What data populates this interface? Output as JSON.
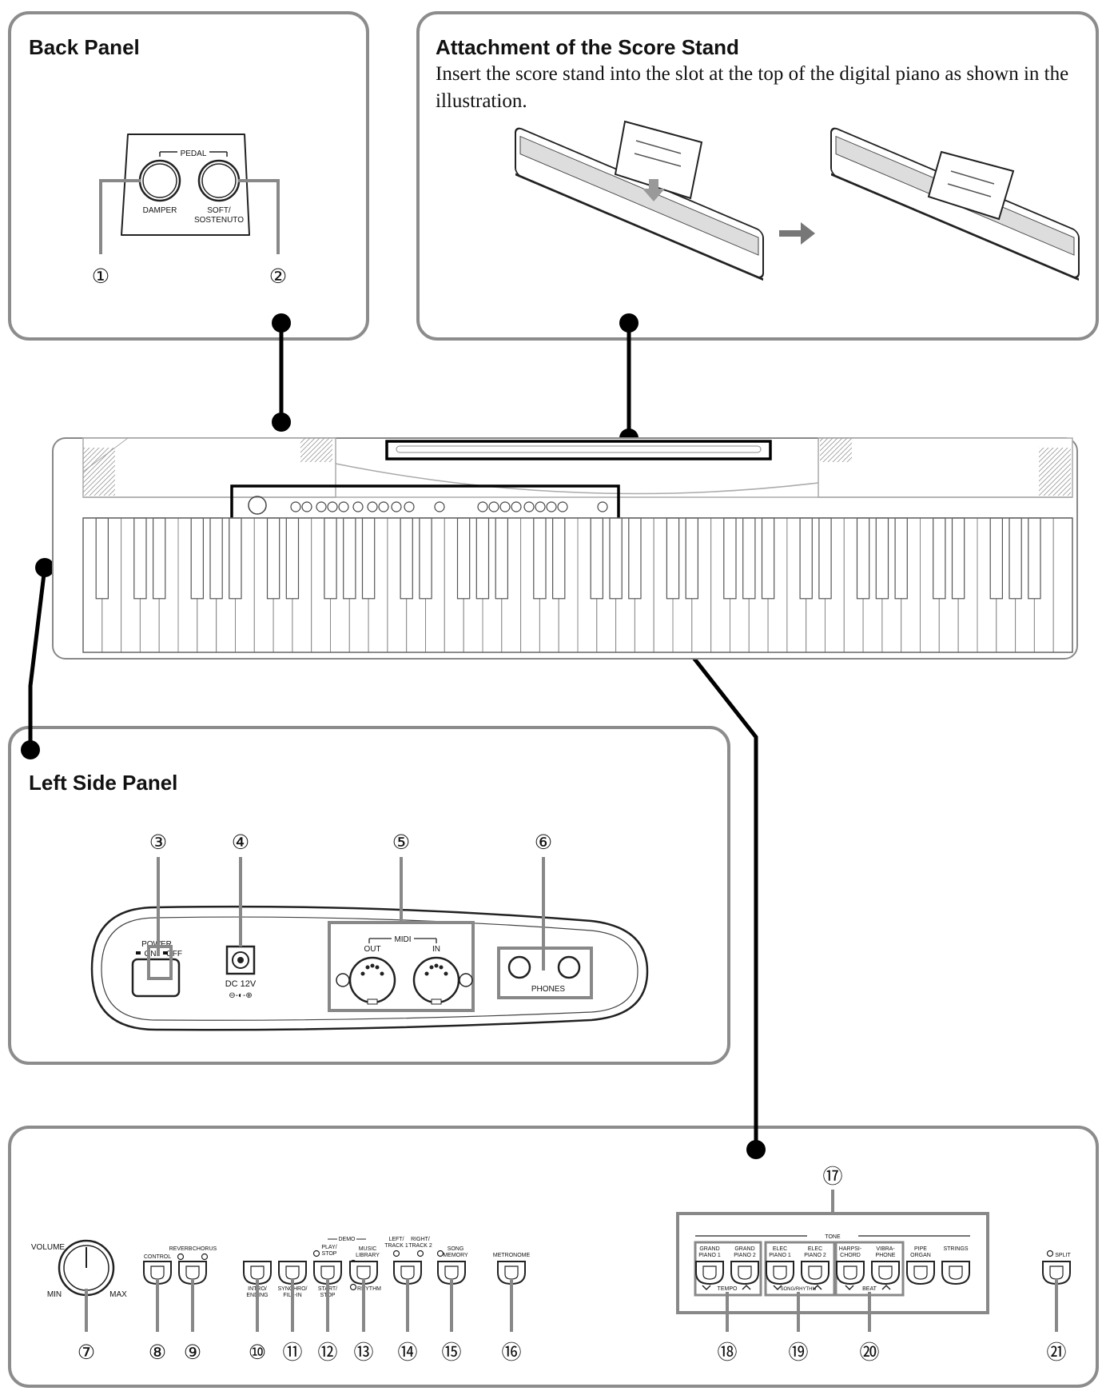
{
  "back_panel": {
    "title": "Back Panel",
    "pedal_label": "PEDAL",
    "damper_label": "DAMPER",
    "soft_label_1": "SOFT/",
    "soft_label_2": "SOSTENUTO",
    "callouts": [
      "①",
      "②"
    ]
  },
  "score_stand": {
    "title": "Attachment of the Score Stand",
    "description": "Insert the score stand into the slot at the top of the digital piano as shown in the illustration."
  },
  "left_side_panel": {
    "title": "Left Side Panel",
    "power_label": "POWER",
    "on_label": "ON",
    "off_label": "OFF",
    "dc_label": "DC 12V",
    "midi_label": "MIDI",
    "midi_out": "OUT",
    "midi_in": "IN",
    "phones_label": "PHONES",
    "callouts": [
      "③",
      "④",
      "⑤",
      "⑥"
    ]
  },
  "control_panel": {
    "volume_label": "VOLUME",
    "min_label": "MIN",
    "max_label": "MAX",
    "control_label": "CONTROL",
    "reverb_label": "REVERB",
    "chorus_label": "CHORUS",
    "intro_label_1": "INTRO/",
    "intro_label_2": "ENDING",
    "synchro_label_1": "SYNCHRO/",
    "synchro_label_2": "FILL-IN",
    "demo_label": "DEMO",
    "play_label_1": "PLAY/",
    "play_label_2": "STOP",
    "start_label_1": "START/",
    "start_label_2": "STOP",
    "music_label_1": "MUSIC",
    "music_label_2": "LIBRARY",
    "rhythm_label": "RHYTHM",
    "left_track_1": "LEFT/",
    "left_track_2": "TRACK 1",
    "right_track_1": "RIGHT/",
    "right_track_2": "TRACK 2",
    "song_memory_1": "SONG",
    "song_memory_2": "MEMORY",
    "metronome_label": "METRONOME",
    "tone_label": "TONE",
    "tones": [
      {
        "l1": "GRAND",
        "l2": "PIANO 1"
      },
      {
        "l1": "GRAND",
        "l2": "PIANO 2"
      },
      {
        "l1": "ELEC",
        "l2": "PIANO 1"
      },
      {
        "l1": "ELEC",
        "l2": "PIANO 2"
      },
      {
        "l1": "HARPSI-",
        "l2": "CHORD"
      },
      {
        "l1": "VIBRA-",
        "l2": "PHONE"
      },
      {
        "l1": "PIPE",
        "l2": "ORGAN"
      },
      {
        "l1": "STRINGS",
        "l2": ""
      }
    ],
    "tempo_label": "TEMPO",
    "song_rhythm_label": "SONG/RHYTHM",
    "beat_label": "BEAT",
    "split_label": "SPLIT",
    "callouts": [
      "⑦",
      "⑧",
      "⑨",
      "⑩",
      "⑪",
      "⑫",
      "⑬",
      "⑭",
      "⑮",
      "⑯",
      "⑰",
      "⑱",
      "⑲",
      "⑳",
      "㉑"
    ]
  }
}
